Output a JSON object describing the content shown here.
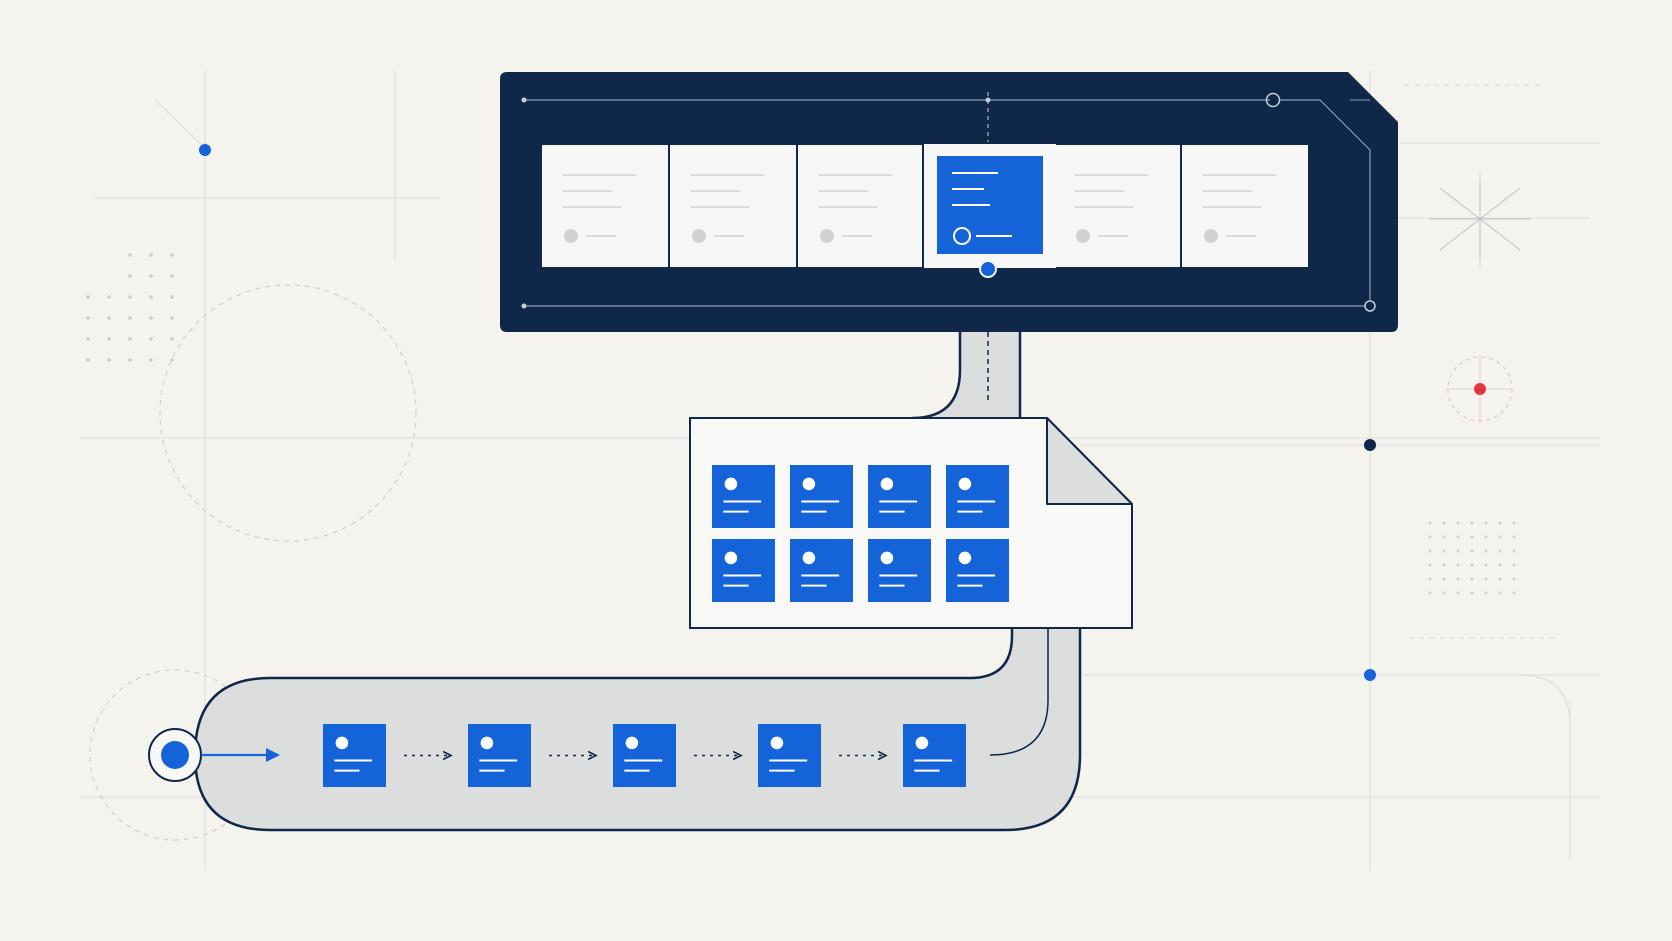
{
  "colors": {
    "background": "#f5f3ee",
    "navy": "#0f2748",
    "blue": "#1463d9",
    "track_gray": "#dcdddd",
    "card_white": "#f7f7f5",
    "placeholder_gray": "#cfd1d3",
    "grid_line": "#d9dbdd",
    "accent_red": "#e0393e"
  },
  "diagram": {
    "top_rail": {
      "card_count": 6,
      "active_index": 3
    },
    "document": {
      "rows": 2,
      "cols": 4
    },
    "pipeline": {
      "item_count": 5
    }
  }
}
